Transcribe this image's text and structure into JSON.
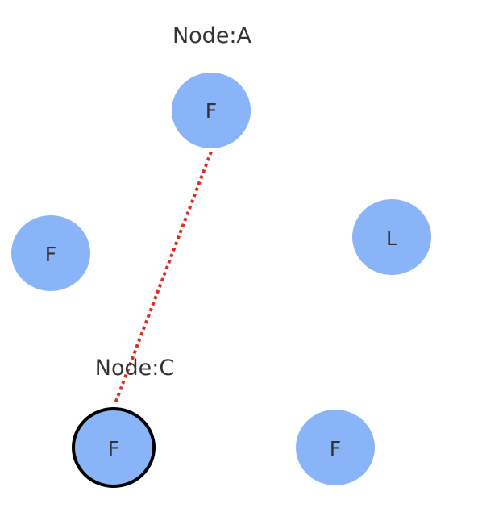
{
  "colors": {
    "node_fill": "#8ab4f8",
    "edge": "#d93025",
    "selected_stroke": "#000000",
    "text": "#333333",
    "background": "#ffffff"
  },
  "nodes": [
    {
      "id": "a",
      "role": "F",
      "label": "Node:A",
      "selected": false
    },
    {
      "id": "b",
      "role": "F",
      "label": "",
      "selected": false
    },
    {
      "id": "l",
      "role": "L",
      "label": "",
      "selected": false
    },
    {
      "id": "c",
      "role": "F",
      "label": "Node:C",
      "selected": true
    },
    {
      "id": "e",
      "role": "F",
      "label": "",
      "selected": false
    }
  ],
  "edges": [
    {
      "from": "a",
      "to": "c",
      "style": "dotted"
    }
  ]
}
